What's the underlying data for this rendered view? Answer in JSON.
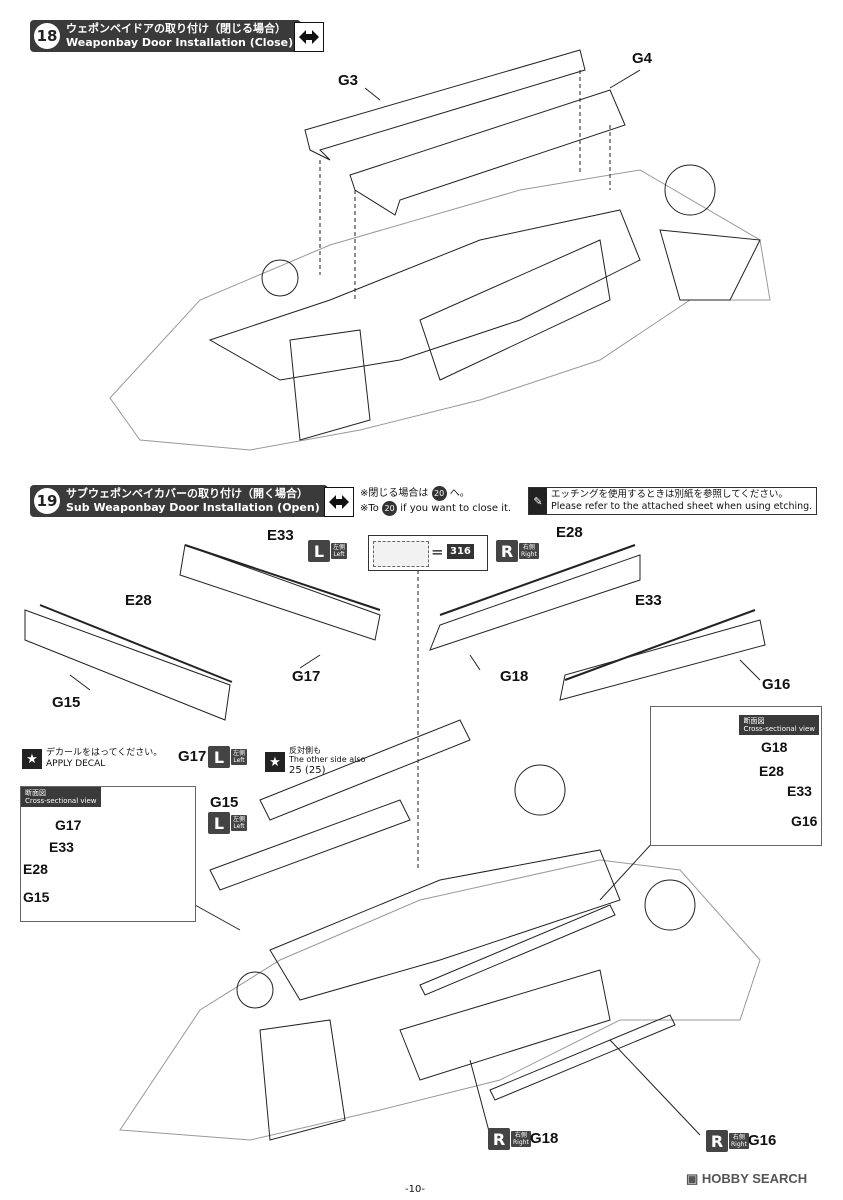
{
  "step18": {
    "number": "18",
    "title_jp": "ウェポンベイドアの取り付け（閉じる場合）",
    "title_en": "Weaponbay Door Installation (Close)",
    "parts": [
      "G3",
      "G4"
    ]
  },
  "step19": {
    "number": "19",
    "title_jp": "サブウェポンベイカバーの取り付け（開く場合）",
    "title_en": "Sub Weaponbay Door Installation (Open)",
    "note_jp": "※閉じる場合は",
    "note_jp_ref": "20",
    "note_jp_suffix": "へ。",
    "note_en_prefix": "※To",
    "note_en_ref": "20",
    "note_en_suffix": "if you want to close it."
  },
  "etching": {
    "jp": "エッチングを使用するときは別紙を参照してください。",
    "en": "Please refer to the attached sheet when using etching."
  },
  "side": {
    "left_letter": "L",
    "left_jp": "左側",
    "left_en": "Left",
    "right_letter": "R",
    "right_jp": "右側",
    "right_en": "Right"
  },
  "color_ref": {
    "equals": "=",
    "code": "316"
  },
  "decal": {
    "jp": "デカールをはってください。",
    "en": "APPLY DECAL"
  },
  "other_side": {
    "jp": "反対側も",
    "en": "The other side also",
    "num": "25",
    "num2": "25"
  },
  "section": {
    "jp": "断面図",
    "en": "Cross-sectional view"
  },
  "labels": {
    "e33_top": "E33",
    "e28_top_right": "E28",
    "e28_left": "E28",
    "e33_right": "E33",
    "g17_top": "G17",
    "g18_top": "G18",
    "g15_left": "G15",
    "g16_right": "G16",
    "g17_mid": "G17",
    "g15_mid": "G15",
    "inset_l": [
      "G17",
      "E33",
      "E28",
      "G15"
    ],
    "inset_r": [
      "G18",
      "E28",
      "E33",
      "G16"
    ],
    "g18_bottom": "G18",
    "g16_bottom": "G16"
  },
  "footer": {
    "page": "-10-",
    "watermark": "HOBBY SEARCH"
  }
}
